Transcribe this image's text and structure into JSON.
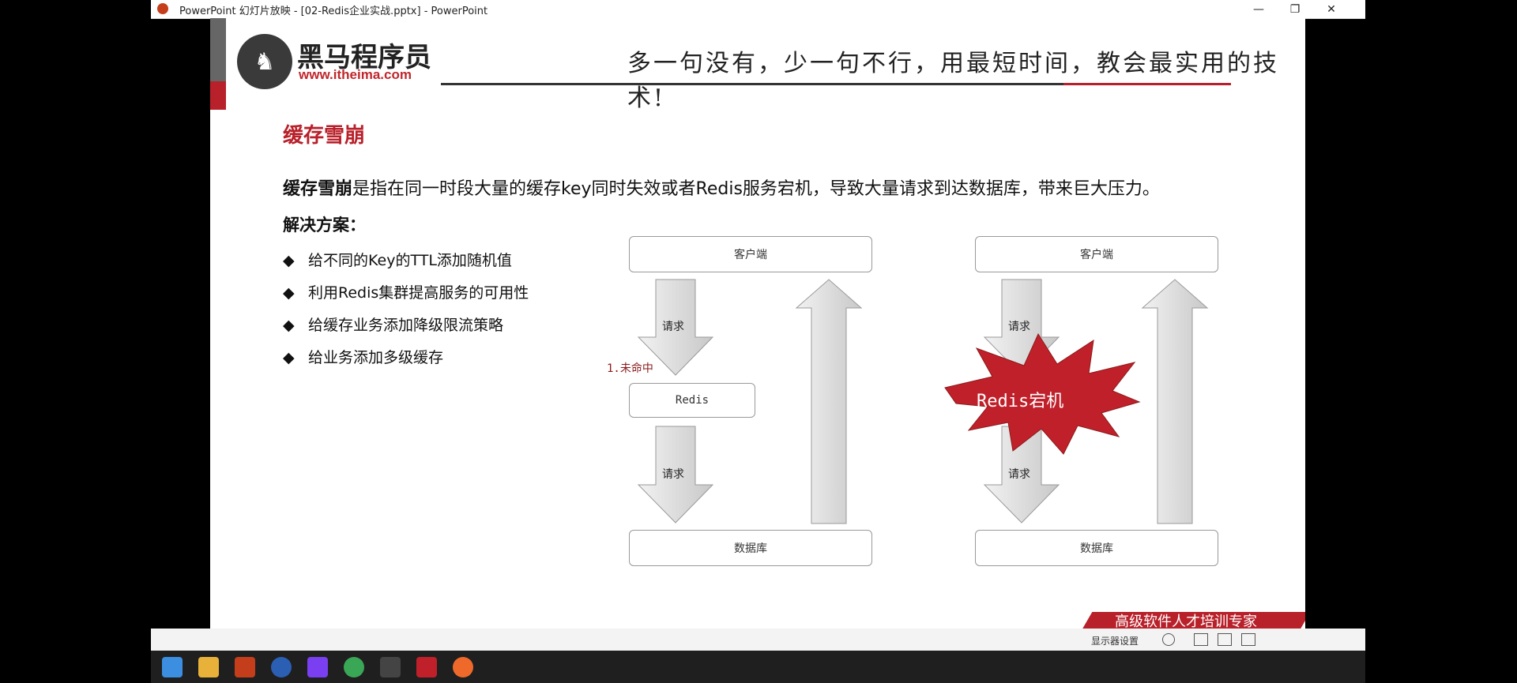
{
  "window": {
    "title": "PowerPoint 幻灯片放映 - [02-Redis企业实战.pptx] - PowerPoint",
    "minimize": "—",
    "restore": "❐",
    "close": "✕"
  },
  "slide": {
    "brand_cn": "黑马程序员",
    "brand_url": "www.itheima.com",
    "slogan": "多一句没有，少一句不行，用最短时间，教会最实用的技术!",
    "heading": "缓存雪崩",
    "desc_bold": "缓存雪崩",
    "desc_rest": "是指在同一时段大量的缓存key同时失效或者Redis服务宕机，导致大量请求到达数据库，带来巨大压力。",
    "solution_title": "解决方案：",
    "bullets": [
      "给不同的Key的TTL添加随机值",
      "利用Redis集群提高服务的可用性",
      "给缓存业务添加降级限流策略",
      "给业务添加多级缓存"
    ],
    "diagram_left": {
      "client": "客户端",
      "request1": "请求",
      "miss": "1.未命中",
      "redis": "Redis",
      "request2": "请求",
      "db": "数据库"
    },
    "diagram_right": {
      "client": "客户端",
      "request1": "请求",
      "crash": "Redis宕机",
      "request2": "请求",
      "db": "数据库"
    },
    "footer": "高级软件人才培训专家"
  },
  "statusbar": {
    "display_settings": "显示器设置"
  },
  "colors": {
    "brand_red": "#b8202a",
    "explosion": "#c0202a"
  },
  "taskbar_icons": [
    "windows-start-icon",
    "file-explorer-icon",
    "powerpoint-icon",
    "app-icon",
    "intellij-icon",
    "chrome-icon",
    "terminal-icon",
    "redis-icon",
    "postman-icon"
  ]
}
